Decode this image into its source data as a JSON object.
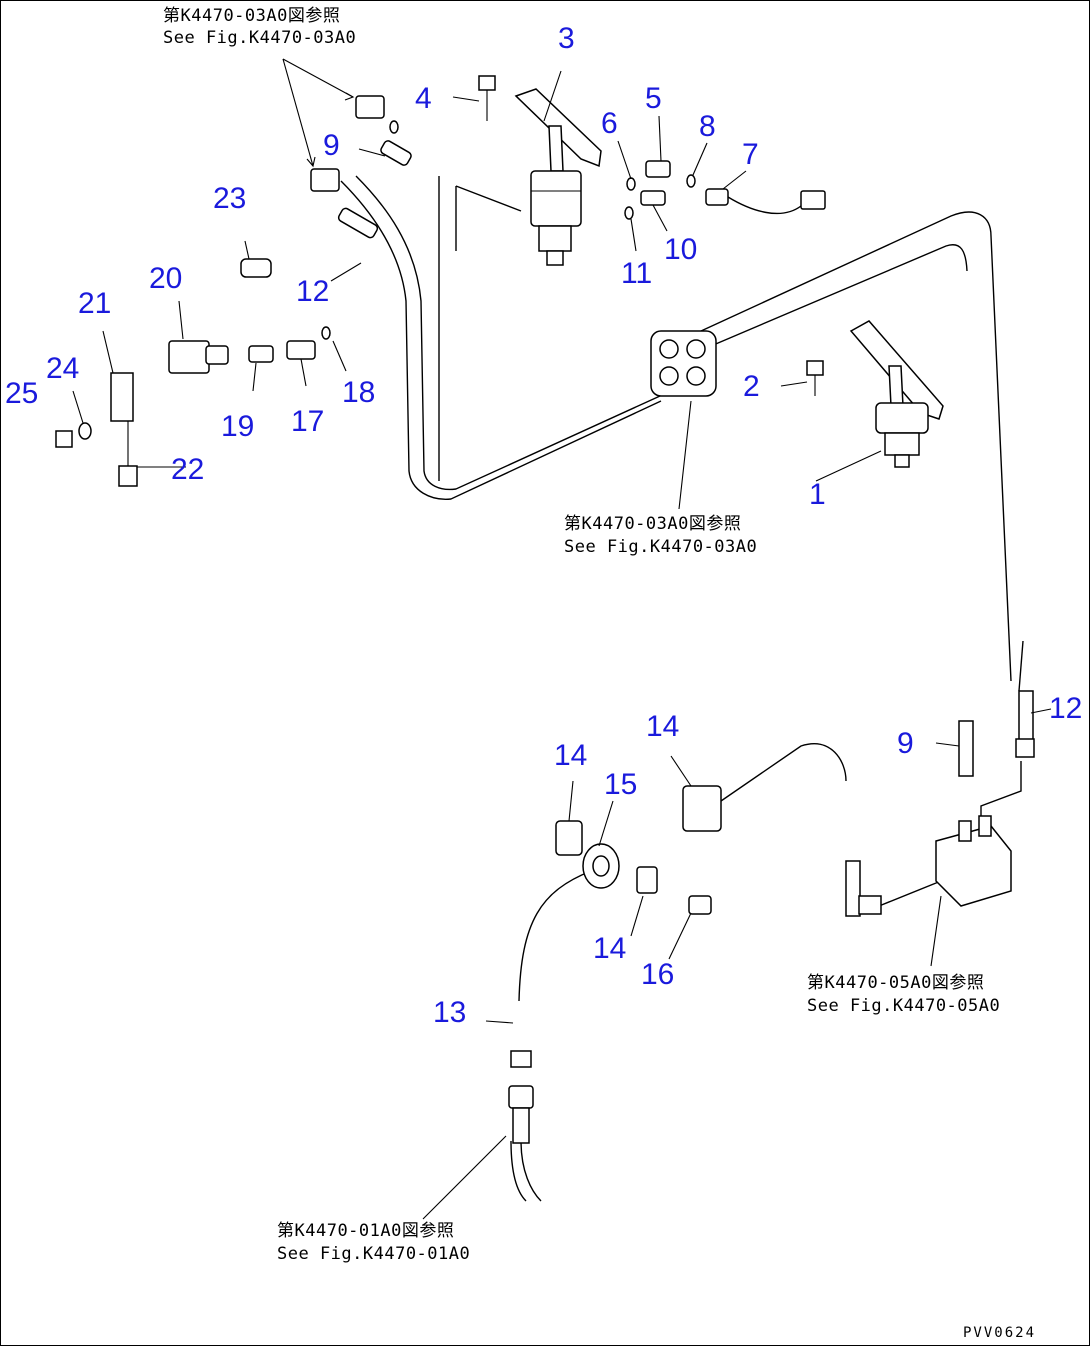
{
  "callouts": [
    {
      "id": "c1",
      "text": "1"
    },
    {
      "id": "c2",
      "text": "2"
    },
    {
      "id": "c3",
      "text": "3"
    },
    {
      "id": "c4",
      "text": "4"
    },
    {
      "id": "c5",
      "text": "5"
    },
    {
      "id": "c6",
      "text": "6"
    },
    {
      "id": "c7",
      "text": "7"
    },
    {
      "id": "c8",
      "text": "8"
    },
    {
      "id": "c9a",
      "text": "9"
    },
    {
      "id": "c9b",
      "text": "9"
    },
    {
      "id": "c10",
      "text": "10"
    },
    {
      "id": "c11",
      "text": "11"
    },
    {
      "id": "c12a",
      "text": "12"
    },
    {
      "id": "c12b",
      "text": "12"
    },
    {
      "id": "c13",
      "text": "13"
    },
    {
      "id": "c14a",
      "text": "14"
    },
    {
      "id": "c14b",
      "text": "14"
    },
    {
      "id": "c14c",
      "text": "14"
    },
    {
      "id": "c15",
      "text": "15"
    },
    {
      "id": "c16",
      "text": "16"
    },
    {
      "id": "c17",
      "text": "17"
    },
    {
      "id": "c18",
      "text": "18"
    },
    {
      "id": "c19",
      "text": "19"
    },
    {
      "id": "c20",
      "text": "20"
    },
    {
      "id": "c21",
      "text": "21"
    },
    {
      "id": "c22",
      "text": "22"
    },
    {
      "id": "c23",
      "text": "23"
    },
    {
      "id": "c24",
      "text": "24"
    },
    {
      "id": "c25",
      "text": "25"
    }
  ],
  "references": {
    "top_left": {
      "jp": "第K4470-03A0図参照",
      "en": "See Fig.K4470-03A0"
    },
    "center": {
      "jp": "第K4470-03A0図参照",
      "en": "See Fig.K4470-03A0"
    },
    "bottom_right": {
      "jp": "第K4470-05A0図参照",
      "en": "See Fig.K4470-05A0"
    },
    "bottom": {
      "jp": "第K4470-01A0図参照",
      "en": "See Fig.K4470-01A0"
    }
  },
  "drawing_code": "PVV0624",
  "colors": {
    "callout": "#1a1adc",
    "line": "#000000",
    "background": "#ffffff"
  }
}
